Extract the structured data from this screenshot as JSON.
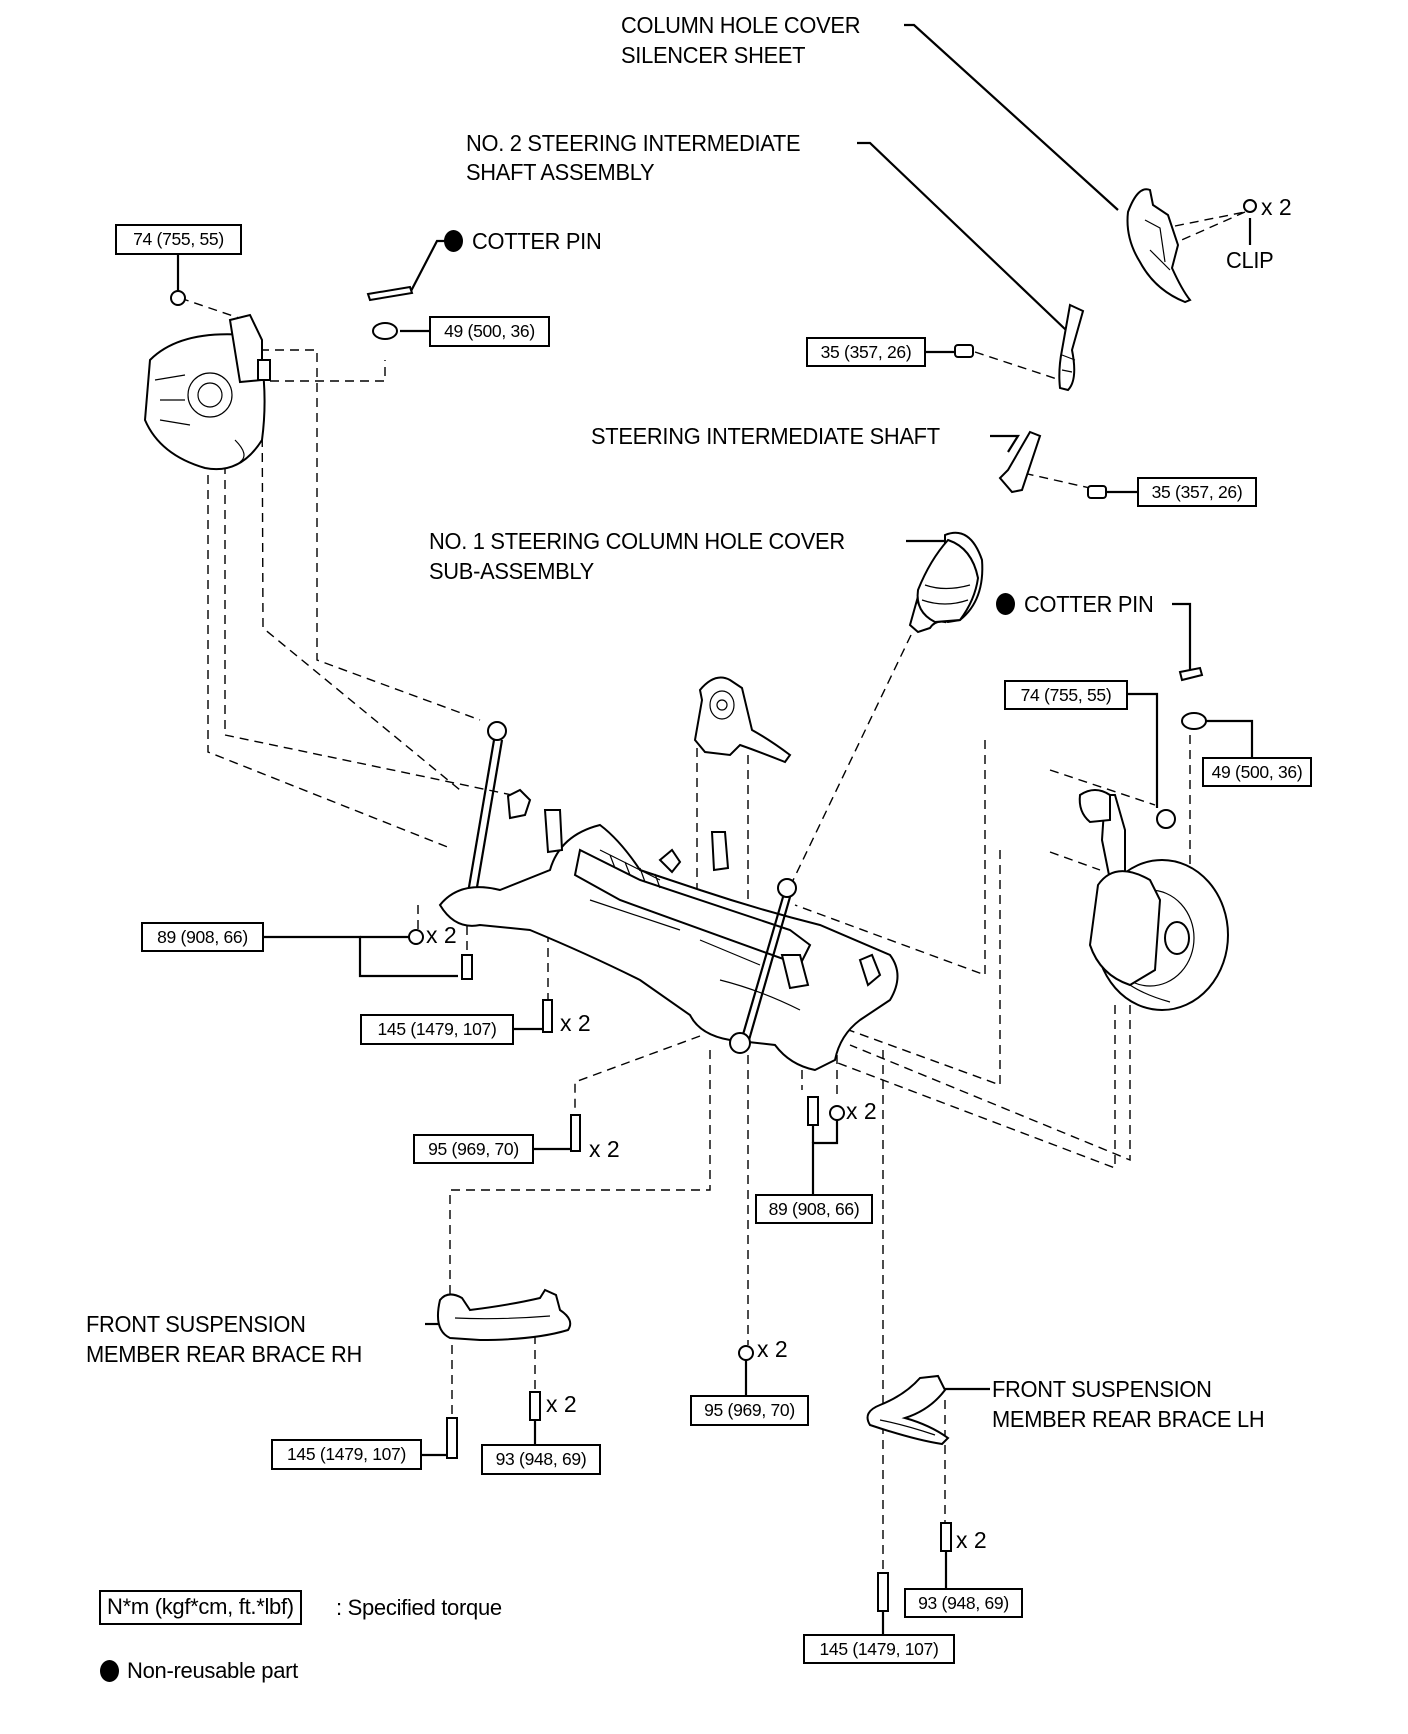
{
  "diagram": {
    "subject": "Front suspension member / steering intermediate shaft exploded view",
    "part_labels": {
      "silencer_sheet": [
        "COLUMN HOLE COVER",
        "SILENCER SHEET"
      ],
      "no2_shaft": [
        "NO. 2 STEERING INTERMEDIATE",
        "SHAFT ASSEMBLY"
      ],
      "clip": "CLIP",
      "cotter_pin_left": "COTTER PIN",
      "steering_shaft": "STEERING INTERMEDIATE SHAFT",
      "no1_cover": [
        "NO. 1 STEERING COLUMN HOLE COVER",
        "SUB-ASSEMBLY"
      ],
      "cotter_pin_right": "COTTER PIN",
      "brace_rh": [
        "FRONT SUSPENSION",
        "MEMBER REAR BRACE RH"
      ],
      "brace_lh": [
        "FRONT SUSPENSION",
        "MEMBER REAR BRACE LH"
      ]
    },
    "torques": {
      "knuckle_nut_left": "74 (755, 55)",
      "tie_rod_nut_left": "49 (500, 36)",
      "no2_shaft_bolt": "35 (357, 26)",
      "shaft_bolt": "35 (357, 26)",
      "knuckle_nut_right": "74 (755, 55)",
      "tie_rod_nut_right": "49 (500, 36)",
      "member_left": "89 (908, 66)",
      "member_bolt_left": "145 (1479, 107)",
      "member_rear_left": "95 (969, 70)",
      "member_center": "89 (908, 66)",
      "brace_rh_bolt": "145 (1479, 107)",
      "brace_rh_small": "93 (948, 69)",
      "center_nut": "95 (969, 70)",
      "brace_lh_small": "93 (948, 69)",
      "brace_lh_bolt": "145 (1479, 107)"
    },
    "quantities": {
      "clip": "x 2",
      "member_left": "x 2",
      "member_bolt_left": "x 2",
      "member_rear_left": "x 2",
      "member_center": "x 2",
      "brace_rh_small": "x 2",
      "center_nut": "x 2",
      "brace_lh_small": "x 2"
    }
  },
  "legend": {
    "torque_unit": "N*m (kgf*cm, ft.*lbf)",
    "torque_desc": ": Specified torque",
    "nonreusable": "Non-reusable part"
  }
}
